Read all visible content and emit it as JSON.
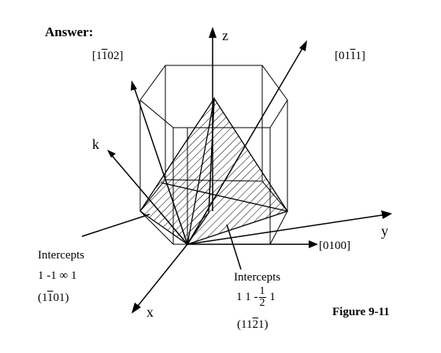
{
  "header": "Answer:",
  "figure_label": "Figure 9-11",
  "axes": {
    "z": "z",
    "y": "y",
    "x": "x",
    "k": "k"
  },
  "directions": {
    "d1": {
      "open": "[1",
      "bar": "1",
      "rest": "02]"
    },
    "d2": {
      "open": "[01",
      "bar": "1",
      "rest": "1]"
    },
    "d3": "[0100]"
  },
  "plane_left": {
    "title": "Intercepts",
    "intercepts": "1 -1 ∞ 1",
    "miller_open": "(1",
    "miller_bar": "1",
    "miller_rest": "01)"
  },
  "plane_right": {
    "title": "Intercepts",
    "intercepts_pre": "1 1 -",
    "frac_num": "1",
    "frac_den": "2",
    "intercepts_post": "1",
    "miller_open": "(11",
    "miller_bar": "2",
    "miller_rest": "1)"
  }
}
